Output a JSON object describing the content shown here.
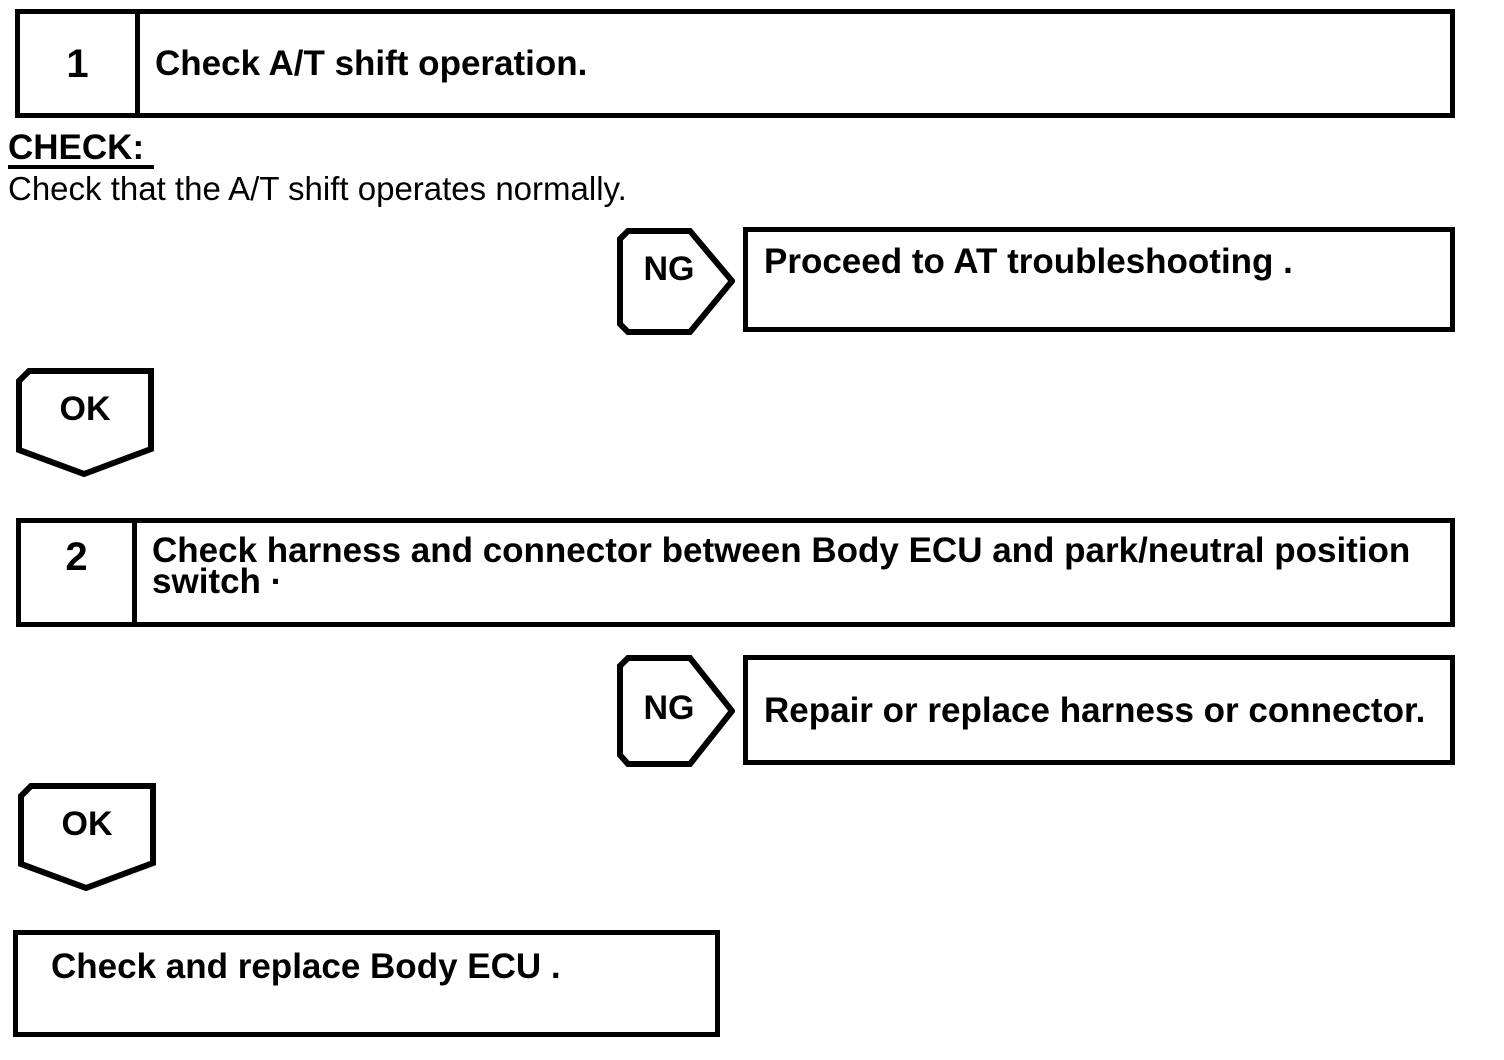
{
  "flowchart": {
    "steps": [
      {
        "number": "1",
        "lines": [
          "Check A/T shift operation."
        ]
      },
      {
        "number": "2",
        "lines": [
          "Check harness and connector between Body ECU and park/neutral position",
          "switch ·"
        ]
      }
    ],
    "check": {
      "label": "CHECK:",
      "text": "Check that the A/T shift operates normally."
    },
    "ng_branches": [
      {
        "label": "NG",
        "action": "Proceed to AT troubleshooting ."
      },
      {
        "label": "NG",
        "action": "Repair or replace harness or connector."
      }
    ],
    "ok_connectors": [
      {
        "label": "OK"
      },
      {
        "label": "OK"
      }
    ],
    "final_action": "Check and replace Body ECU .",
    "colors": {
      "ink": "#000000",
      "paper": "#ffffff"
    }
  }
}
